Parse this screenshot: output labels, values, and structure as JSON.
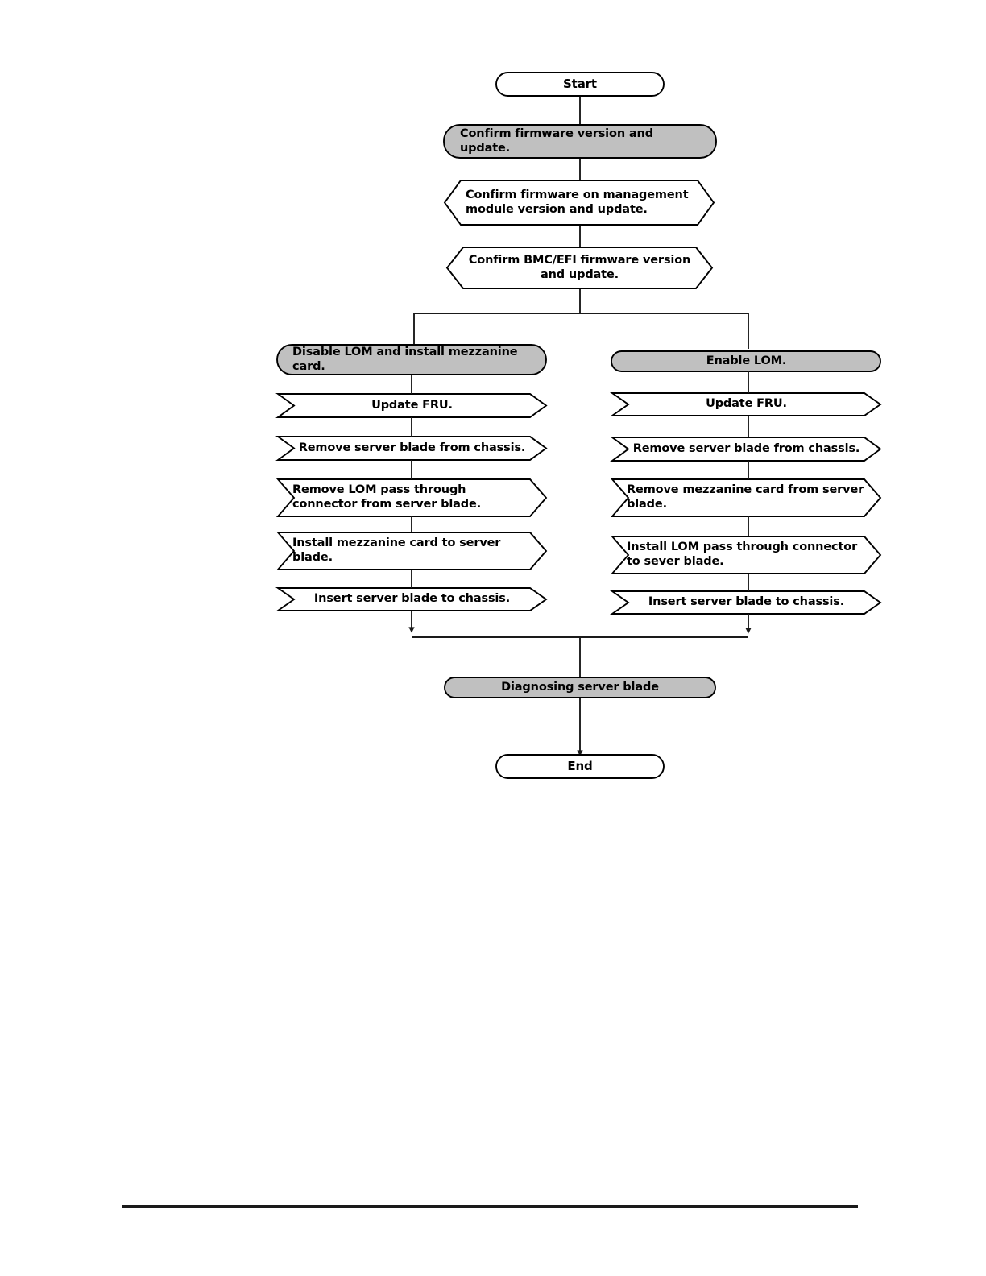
{
  "document": {
    "kind": "flowchart",
    "title": "Server blade LOM / mezzanine card replacement flow",
    "colors": {
      "process_fill": "#c0c0c0",
      "shape_stroke": "#000000",
      "connector": "#1a1a1a",
      "page_background": "#ffffff",
      "footer_rule": "#1a1a1a"
    }
  },
  "flow": {
    "start": {
      "label": "Start",
      "shape": "terminator"
    },
    "confirm_firmware": {
      "label": "Confirm firmware version and\nupdate.",
      "shape": "process",
      "align": "left"
    },
    "confirm_mm_firmware": {
      "label": "Confirm firmware on management\nmodule version and update.",
      "shape": "hexagon",
      "align": "left"
    },
    "confirm_bmc_efi": {
      "label": "Confirm BMC/EFI firmware version\nand update.",
      "shape": "hexagon",
      "align": "center"
    },
    "branch_left": {
      "name": "disable-lom-branch",
      "steps": [
        {
          "label": "Disable LOM and install mezzanine\ncard.",
          "shape": "process",
          "align": "left"
        },
        {
          "label": "Update FRU.",
          "shape": "hexagon",
          "align": "center"
        },
        {
          "label": "Remove server blade from chassis.",
          "shape": "hexagon",
          "align": "center"
        },
        {
          "label": "Remove LOM pass through\nconnector from server blade.",
          "shape": "hexagon",
          "align": "left"
        },
        {
          "label": "Install mezzanine card to server\nblade.",
          "shape": "hexagon",
          "align": "left"
        },
        {
          "label": "Insert server blade to chassis.",
          "shape": "hexagon",
          "align": "center"
        }
      ]
    },
    "branch_right": {
      "name": "enable-lom-branch",
      "steps": [
        {
          "label": "Enable LOM.",
          "shape": "process",
          "align": "center"
        },
        {
          "label": "Update FRU.",
          "shape": "hexagon",
          "align": "center"
        },
        {
          "label": "Remove server blade from chassis.",
          "shape": "hexagon",
          "align": "center"
        },
        {
          "label": "Remove mezzanine card from server\nblade.",
          "shape": "hexagon",
          "align": "left"
        },
        {
          "label": "Install LOM pass through connector\nto sever blade.",
          "shape": "hexagon",
          "align": "left"
        },
        {
          "label": "Insert server blade to chassis.",
          "shape": "hexagon",
          "align": "center"
        }
      ]
    },
    "diagnose": {
      "label": "Diagnosing server blade",
      "shape": "process",
      "align": "center"
    },
    "end": {
      "label": "End",
      "shape": "terminator"
    }
  }
}
